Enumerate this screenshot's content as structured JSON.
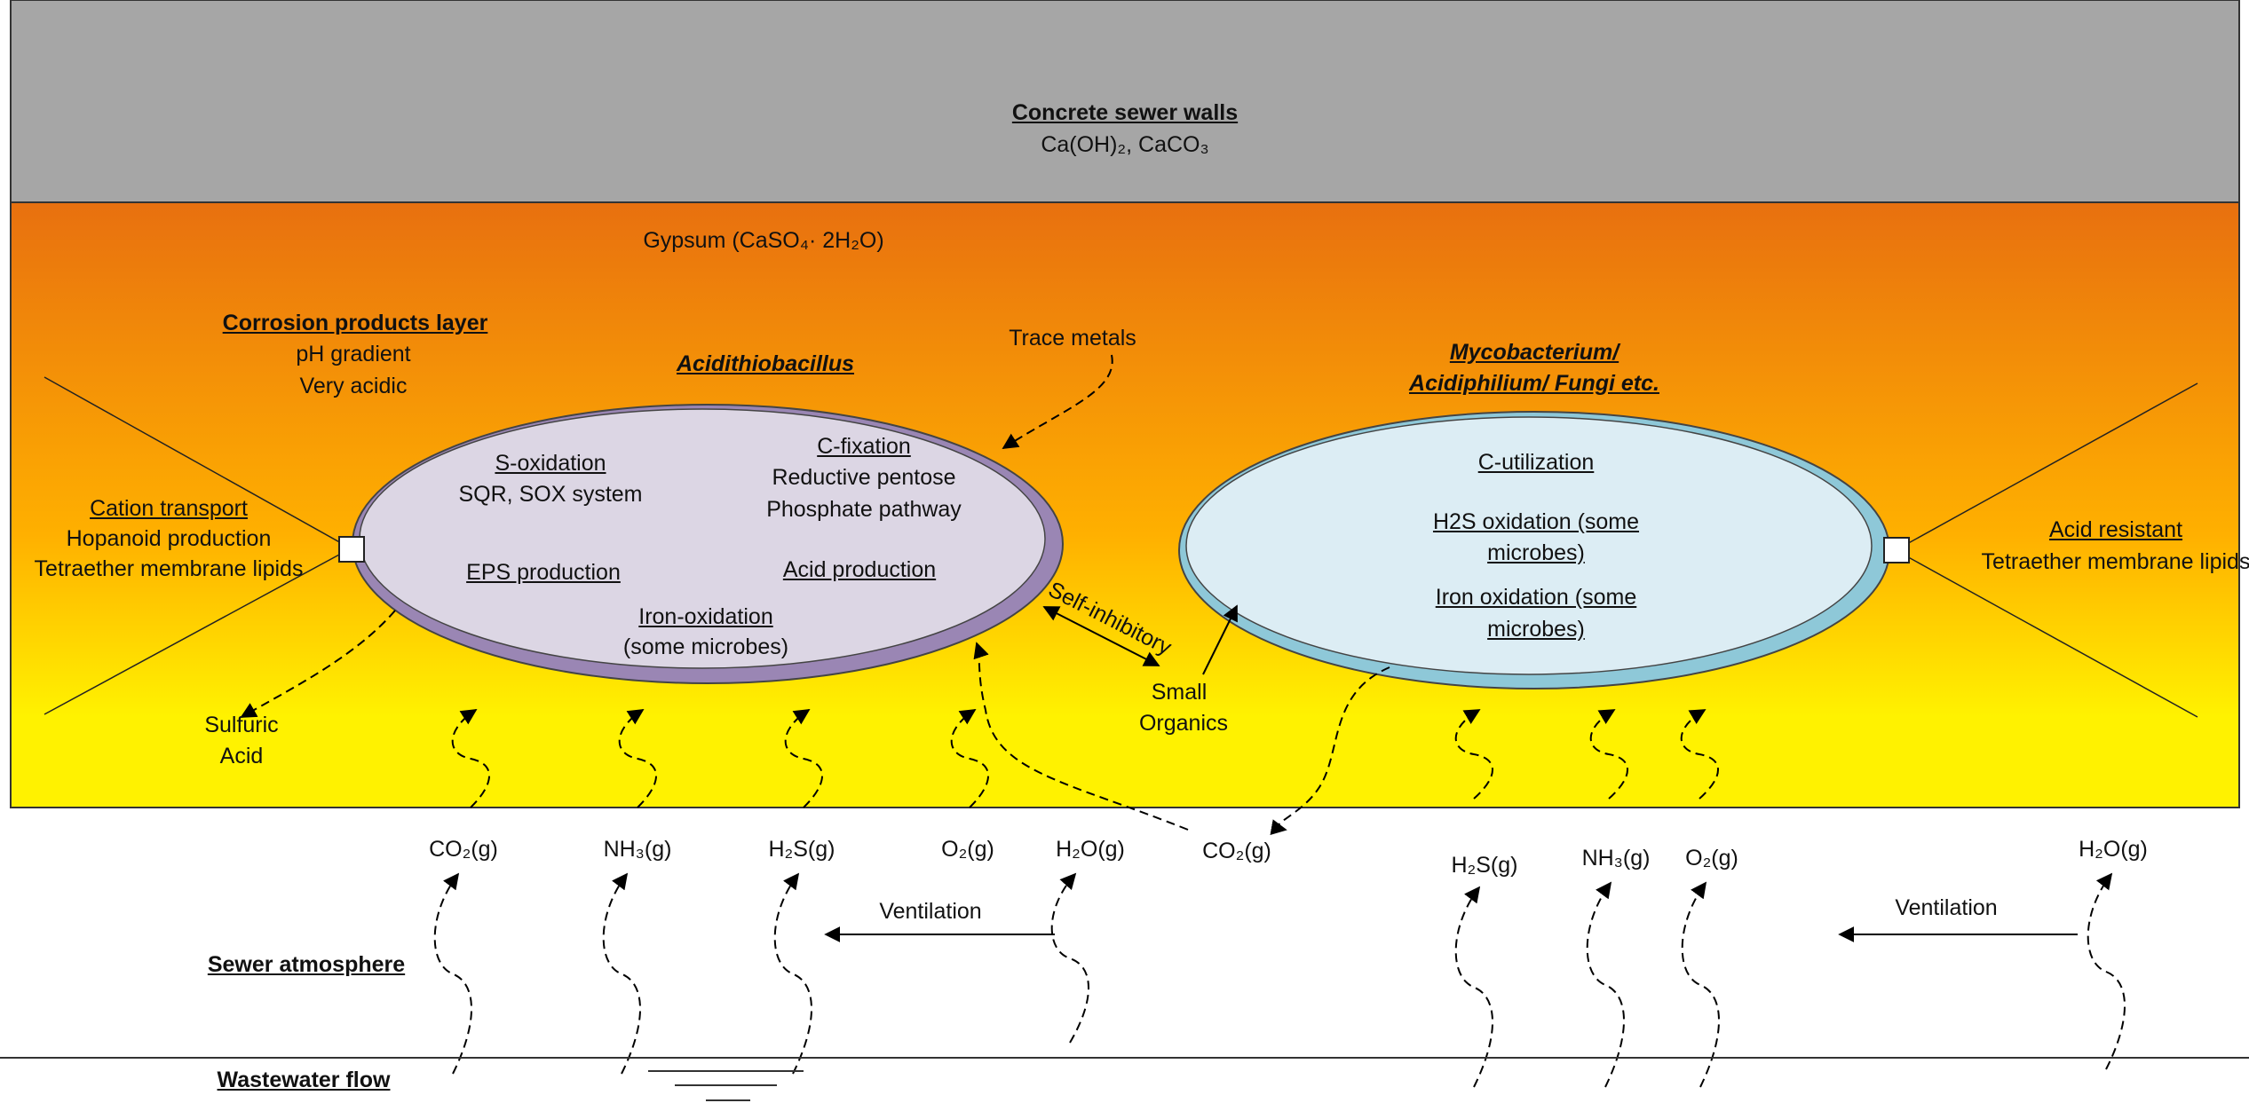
{
  "colors": {
    "wall": "#a6a6a6",
    "gradient_top": "#e8700f",
    "gradient_bottom": "#fff200",
    "acidithiobacillus_fill": "#dcd6e4",
    "acidithiobacillus_ring": "#9a86b4",
    "mycobacterium_fill": "#dcedf4",
    "mycobacterium_ring": "#8ec8d8"
  },
  "wall": {
    "title": "Concrete sewer walls",
    "formula": "Ca(OH)₂, CaCO₃"
  },
  "layer": {
    "gypsum": "Gypsum (CaSO₄· 2H₂O)",
    "title": "Corrosion products layer",
    "line1": "pH gradient",
    "line2": "Very acidic",
    "trace_metals": "Trace metals"
  },
  "acidithiobacillus": {
    "name": "Acidithiobacillus",
    "s_oxidation": "S-oxidation",
    "sqr": "SQR, SOX system",
    "c_fixation": "C-fixation",
    "reductive": "Reductive pentose",
    "phosphate": "Phosphate pathway",
    "eps": "EPS production",
    "acid": "Acid production",
    "iron1": "Iron-oxidation",
    "iron2": "(some microbes)",
    "left_traits": [
      "Cation transport",
      "Hopanoid production",
      "Tetraether membrane lipids"
    ],
    "sulfuric1": "Sulfuric",
    "sulfuric2": "Acid"
  },
  "interaction": {
    "self_inhibitory": "Self-inhibitory",
    "small1": "Small",
    "small2": "Organics"
  },
  "mycobacterium": {
    "name1": "Mycobacterium/",
    "name2": "Acidiphilium/ Fungi etc.",
    "c_util": "C-utilization",
    "h2s1": "H2S oxidation (some",
    "h2s2": "microbes)",
    "iron1": "Iron oxidation (some",
    "iron2": "microbes)",
    "right_title": "Acid resistant",
    "right_line": "Tetraether membrane lipids"
  },
  "gases": {
    "co2_left": "CO₂(g)",
    "nh3_left": "NH₃(g)",
    "h2s_left": "H₂S(g)",
    "o2_left": "O₂(g)",
    "h2o_left": "H₂O(g)",
    "co2_mid": "CO₂(g)",
    "h2s_right": "H₂S(g)",
    "nh3_right": "NH₃(g)",
    "o2_right": "O₂(g)",
    "h2o_right": "H₂O(g)"
  },
  "ventilation": {
    "left": "Ventilation",
    "right": "Ventilation"
  },
  "bottom": {
    "atmosphere": "Sewer atmosphere",
    "wastewater": "Wastewater flow"
  }
}
